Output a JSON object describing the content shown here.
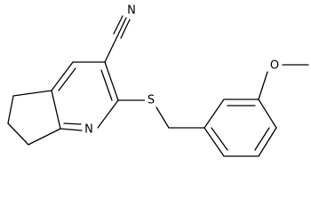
{
  "structure": {
    "atoms": {
      "nitrile_n": "N",
      "ring_n": "N",
      "sulfur": "S",
      "ether_o": "O"
    }
  }
}
